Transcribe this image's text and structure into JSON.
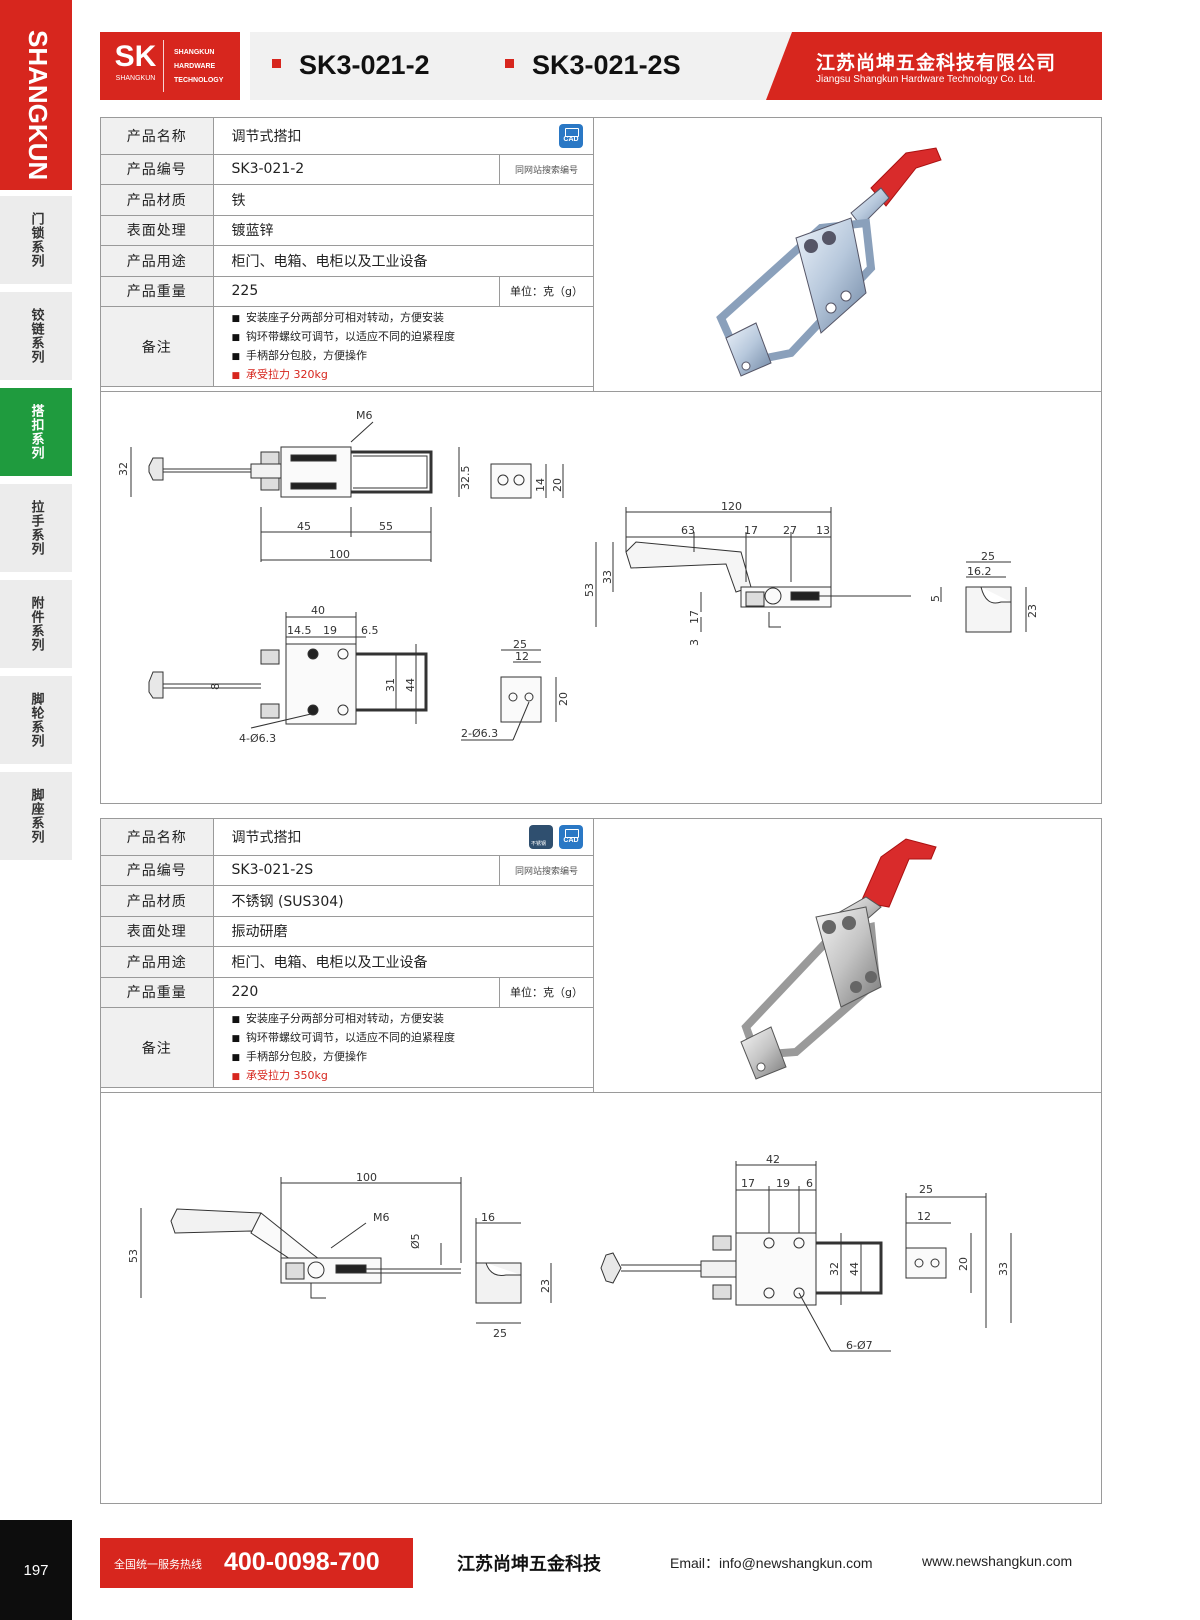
{
  "sidebar": {
    "brand": "SHANGKUN",
    "items": [
      {
        "label": "门锁系列",
        "active": false
      },
      {
        "label": "铰链系列",
        "active": false
      },
      {
        "label": "搭扣系列",
        "active": true
      },
      {
        "label": "拉手系列",
        "active": false
      },
      {
        "label": "附件系列",
        "active": false
      },
      {
        "label": "脚轮系列",
        "active": false
      },
      {
        "label": "脚座系列",
        "active": false
      }
    ],
    "page_number": "197"
  },
  "header": {
    "logo_mark": "SK",
    "logo_sub": "SHANGKUN",
    "logo_lines": [
      "SHANGKUN",
      "HARDWARE",
      "TECHNOLOGY"
    ],
    "models": [
      "SK3-021-2",
      "SK3-021-2S"
    ],
    "company_cn": "江苏尚坤五金科技有限公司",
    "company_en": "Jiangsu Shangkun Hardware Technology Co. Ltd.",
    "accent_color": "#d7261e"
  },
  "products": [
    {
      "labels": {
        "name": "产品名称",
        "code": "产品编号",
        "material": "产品材质",
        "finish": "表面处理",
        "usage": "产品用途",
        "weight": "产品重量",
        "notes": "备注"
      },
      "name": "调节式搭扣",
      "code": "SK3-021-2",
      "search_hint": "同网站搜索编号",
      "material": "铁",
      "finish": "镀蓝锌",
      "usage": "柜门、电箱、电柜以及工业设备",
      "weight": "225",
      "weight_unit": "单位：克（g）",
      "icon_cad": "CAD",
      "notes": [
        "安装座子分两部分可相对转动，方便安装",
        "钩环带螺纹可调节，以适应不同的迫紧程度",
        "手柄部分包胶，方便操作"
      ],
      "notes_highlight": "承受拉力 320kg",
      "drawing_dims": {
        "thread": "M6",
        "d32": "32",
        "d32_5": "32.5",
        "d45": "45",
        "d55": "55",
        "d100": "100",
        "d14": "14",
        "d20": "20",
        "d120": "120",
        "d63": "63",
        "d17": "17",
        "d27": "27",
        "d13": "13",
        "d53": "53",
        "d33": "33",
        "d17b": "17",
        "d3": "3",
        "d5": "5",
        "d25": "25",
        "d16_2": "16.2",
        "d23": "23",
        "d40": "40",
        "d14_5": "14.5",
        "d19": "19",
        "d6_5": "6.5",
        "d8": "8",
        "d31": "31",
        "d44": "44",
        "holes4": "4-Ø6.3",
        "d25b": "25",
        "d12": "12",
        "d20b": "20",
        "holes2": "2-Ø6.3"
      }
    },
    {
      "labels": {
        "name": "产品名称",
        "code": "产品编号",
        "material": "产品材质",
        "finish": "表面处理",
        "usage": "产品用途",
        "weight": "产品重量",
        "notes": "备注"
      },
      "name": "调节式搭扣",
      "code": "SK3-021-2S",
      "search_hint": "同网站搜索编号",
      "material": "不锈钢 (SUS304)",
      "finish": "振动研磨",
      "usage": "柜门、电箱、电柜以及工业设备",
      "weight": "220",
      "weight_unit": "单位：克（g）",
      "icon_cad": "CAD",
      "icon_steel": "不锈钢",
      "notes": [
        "安装座子分两部分可相对转动，方便安装",
        "钩环带螺纹可调节，以适应不同的迫紧程度",
        "手柄部分包胶，方便操作"
      ],
      "notes_highlight": "承受拉力 350kg",
      "drawing_dims": {
        "d100": "100",
        "thread": "M6",
        "dia5": "Ø5",
        "d53": "53",
        "d16": "16",
        "d23": "23",
        "d25": "25",
        "d42": "42",
        "d17": "17",
        "d19": "19",
        "d6": "6",
        "d32": "32",
        "d44": "44",
        "holes6": "6-Ø7",
        "d25b": "25",
        "d12": "12",
        "d20": "20",
        "d33": "33"
      }
    }
  ],
  "footer": {
    "hotline_label": "全国统一服务热线",
    "hotline_number": "400-0098-700",
    "company": "江苏尚坤五金科技",
    "email": "Email：info@newshangkun.com",
    "website": "www.newshangkun.com"
  }
}
